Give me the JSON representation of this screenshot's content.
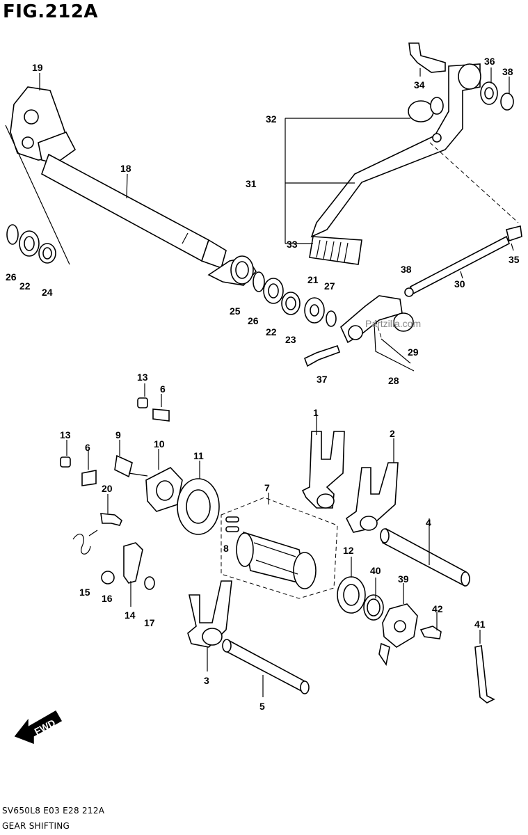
{
  "figure": {
    "title": "FIG.212A",
    "model_code": "SV650L8  E03  E28  212A",
    "section_name": "GEAR SHIFTING",
    "direction_label": "FWD",
    "watermark": "Partzilla.com"
  },
  "callouts": [
    "1",
    "2",
    "3",
    "4",
    "5",
    "6",
    "6",
    "7",
    "8",
    "9",
    "10",
    "11",
    "12",
    "13",
    "13",
    "14",
    "15",
    "16",
    "17",
    "18",
    "19",
    "20",
    "21",
    "22",
    "22",
    "23",
    "24",
    "25",
    "26",
    "26",
    "27",
    "28",
    "29",
    "30",
    "31",
    "32",
    "33",
    "34",
    "35",
    "36",
    "37",
    "38",
    "39",
    "40",
    "41",
    "42"
  ]
}
